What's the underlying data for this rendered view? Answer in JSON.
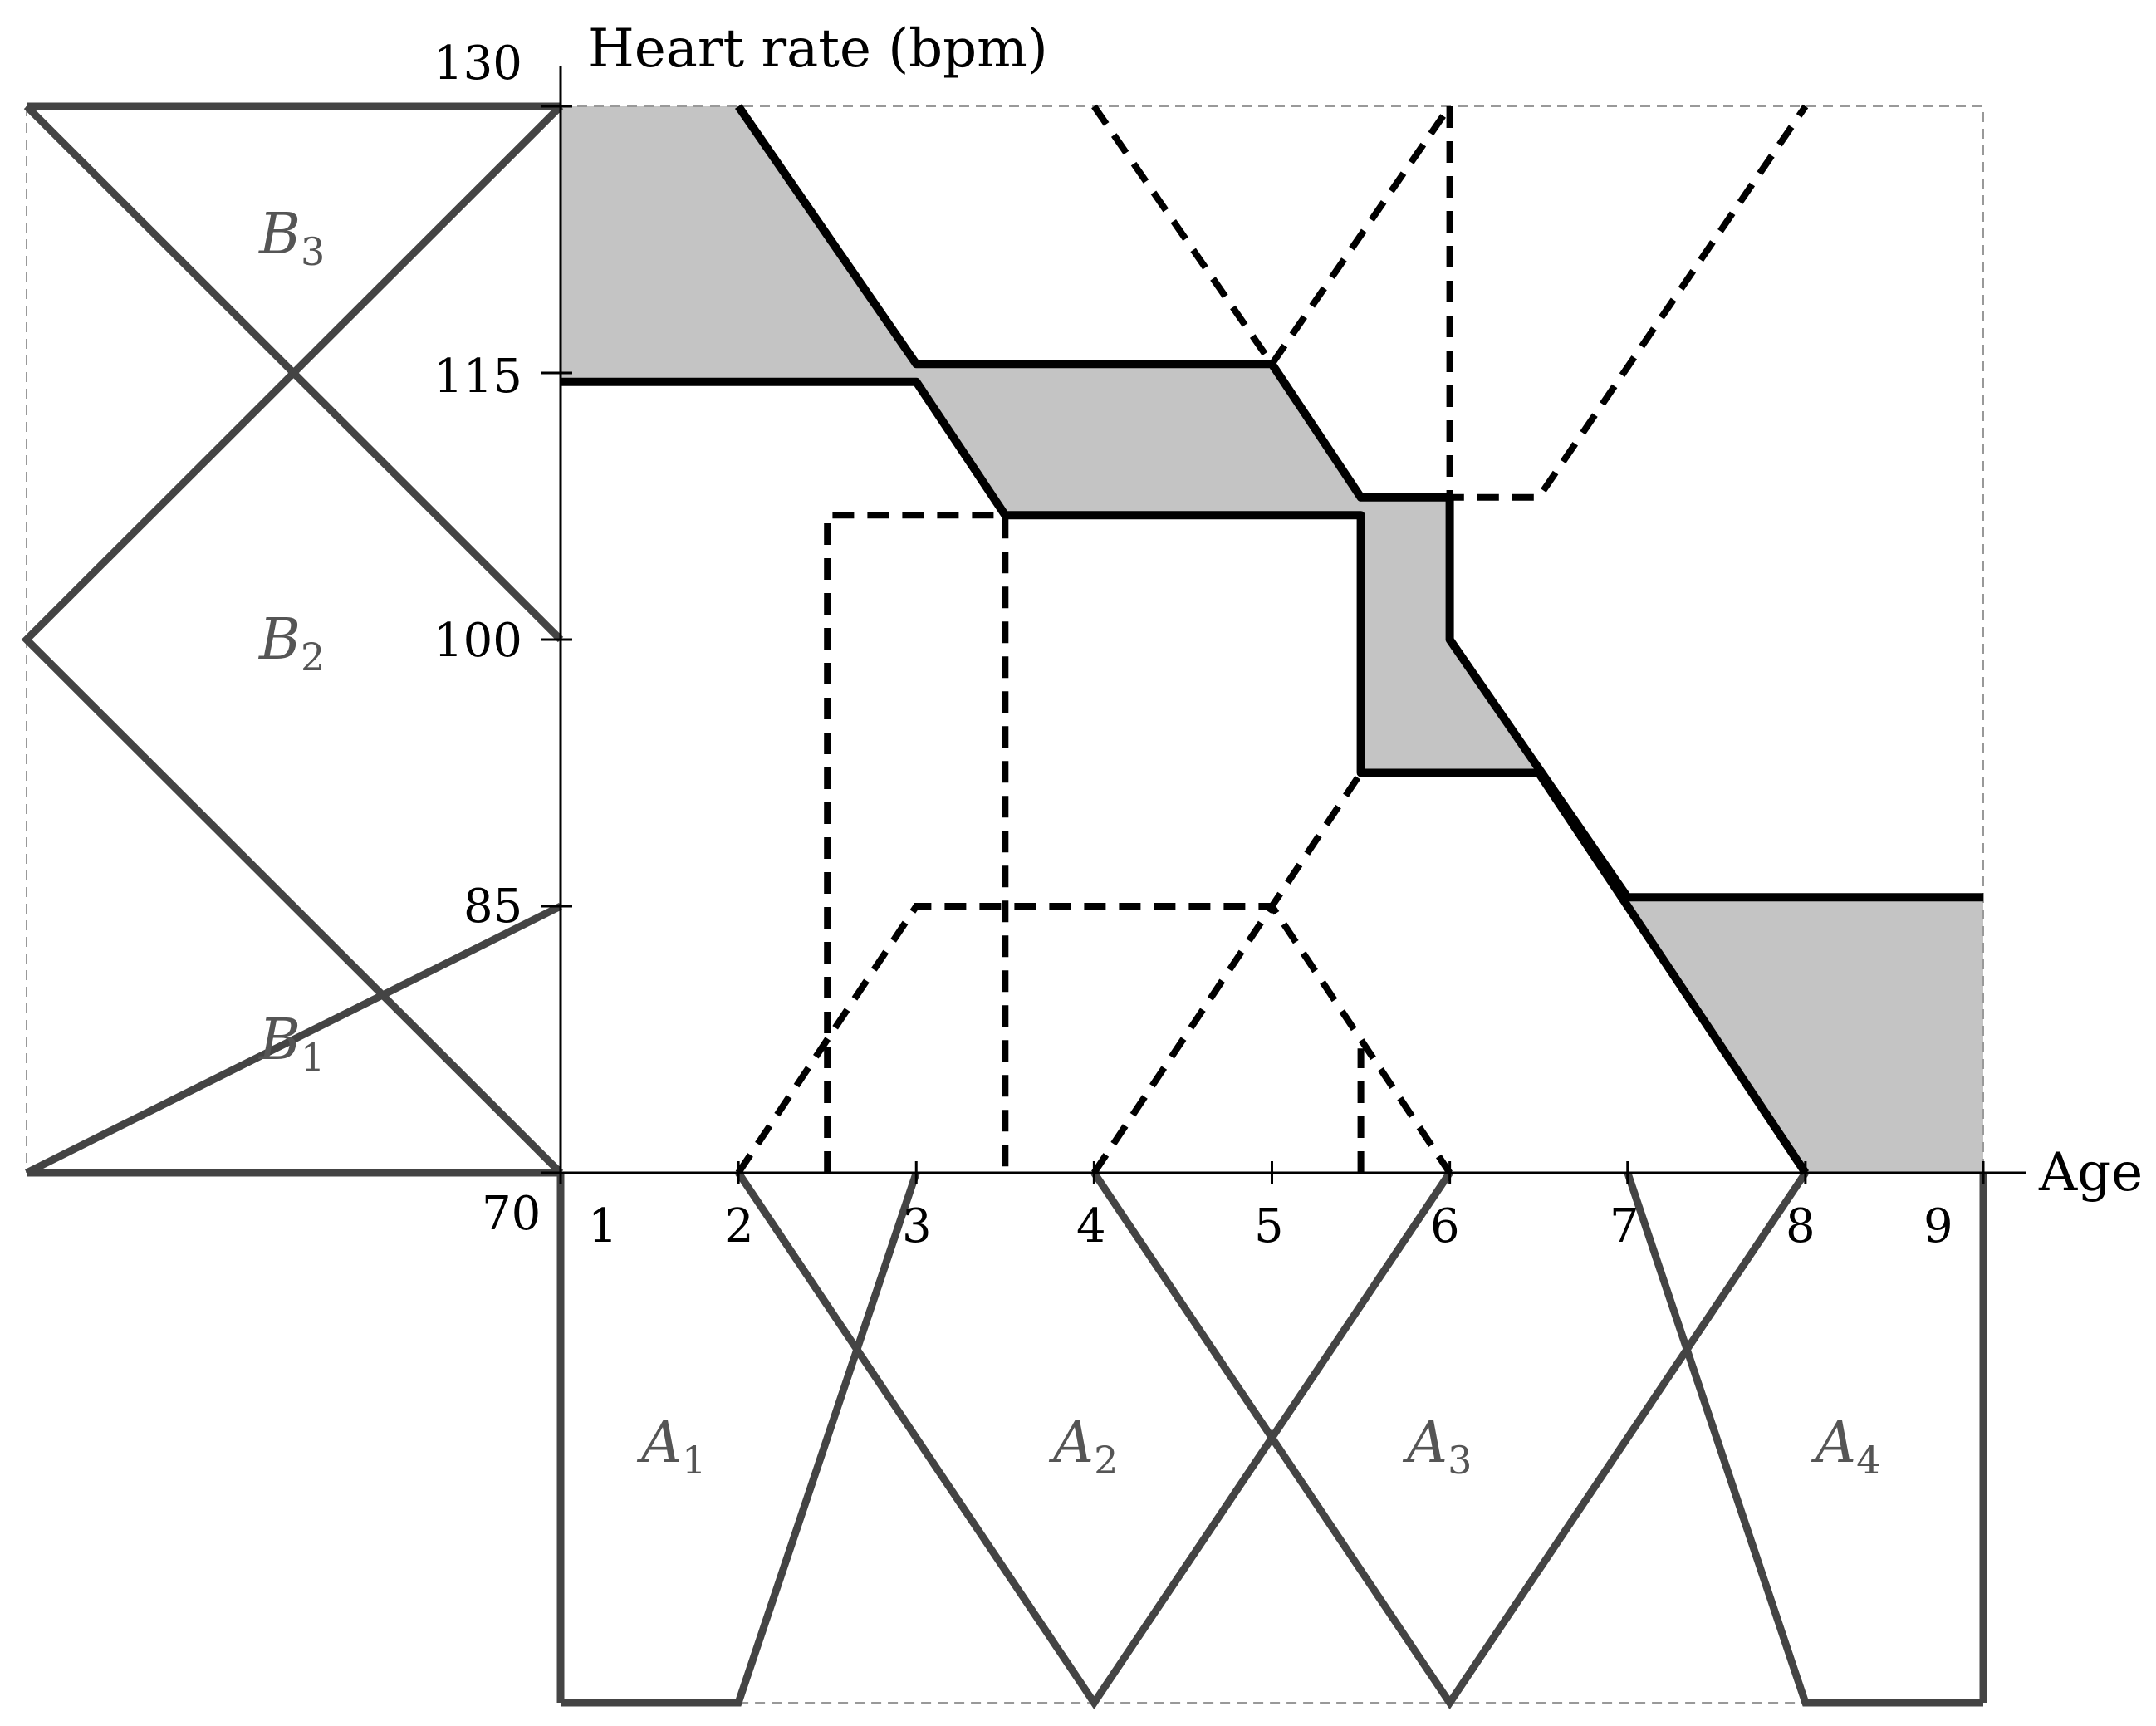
{
  "axes": {
    "x_title": "Age",
    "y_title": "Heart rate (bpm)",
    "x_ticks": [
      "1",
      "2",
      "3",
      "4",
      "5",
      "6",
      "7",
      "8",
      "9"
    ],
    "y_ticks": [
      "70",
      "85",
      "100",
      "115",
      "130"
    ]
  },
  "sets_a": [
    {
      "letter": "A",
      "sub": "1"
    },
    {
      "letter": "A",
      "sub": "2"
    },
    {
      "letter": "A",
      "sub": "3"
    },
    {
      "letter": "A",
      "sub": "4"
    }
  ],
  "sets_b": [
    {
      "letter": "B",
      "sub": "1"
    },
    {
      "letter": "B",
      "sub": "2"
    },
    {
      "letter": "B",
      "sub": "3"
    }
  ],
  "chart_data": {
    "type": "diagram",
    "description_free": true,
    "x_range": [
      1,
      9
    ],
    "y_range": [
      70,
      130
    ],
    "membership_a": [
      {
        "name": "A1",
        "points": [
          [
            1,
            1
          ],
          [
            2,
            1
          ],
          [
            3,
            0
          ]
        ]
      },
      {
        "name": "A2",
        "points": [
          [
            2,
            0
          ],
          [
            4,
            1
          ],
          [
            6,
            0
          ]
        ]
      },
      {
        "name": "A3",
        "points": [
          [
            4,
            0
          ],
          [
            6,
            1
          ],
          [
            8,
            0
          ]
        ]
      },
      {
        "name": "A4",
        "points": [
          [
            7,
            0
          ],
          [
            8,
            1
          ],
          [
            9,
            1
          ]
        ]
      }
    ],
    "membership_b": [
      {
        "name": "B1",
        "points": [
          [
            70,
            1
          ],
          [
            85,
            0
          ]
        ]
      },
      {
        "name": "B2",
        "points": [
          [
            70,
            0
          ],
          [
            100,
            1
          ],
          [
            130,
            0
          ]
        ]
      },
      {
        "name": "B3",
        "points": [
          [
            100,
            0
          ],
          [
            130,
            1
          ]
        ]
      }
    ],
    "upper_boundary": [
      [
        2,
        130
      ],
      [
        3,
        115.5
      ],
      [
        5,
        115.5
      ],
      [
        5.5,
        108
      ],
      [
        6,
        108
      ],
      [
        6,
        100
      ],
      [
        7,
        85.5
      ],
      [
        9,
        85.5
      ]
    ],
    "lower_boundary": [
      [
        1,
        114.5
      ],
      [
        3,
        114.5
      ],
      [
        3.5,
        107
      ],
      [
        5.5,
        107
      ],
      [
        5.5,
        92.5
      ],
      [
        6.5,
        92.5
      ],
      [
        8,
        70
      ]
    ],
    "dashed_lines": [
      [
        [
          2,
          70
        ],
        [
          3,
          85
        ],
        [
          5,
          85
        ],
        [
          6,
          70
        ]
      ],
      [
        [
          4,
          70
        ],
        [
          5.5,
          92.5
        ]
      ],
      [
        [
          2.5,
          70
        ],
        [
          2.5,
          107
        ],
        [
          3.5,
          107
        ],
        [
          3.5,
          70
        ]
      ],
      [
        [
          5.5,
          70
        ],
        [
          5.5,
          77
        ]
      ],
      [
        [
          4,
          130
        ],
        [
          5,
          115.5
        ],
        [
          6,
          130
        ]
      ],
      [
        [
          6,
          130
        ],
        [
          6,
          108
        ],
        [
          6.5,
          108
        ],
        [
          8,
          130
        ]
      ]
    ]
  }
}
